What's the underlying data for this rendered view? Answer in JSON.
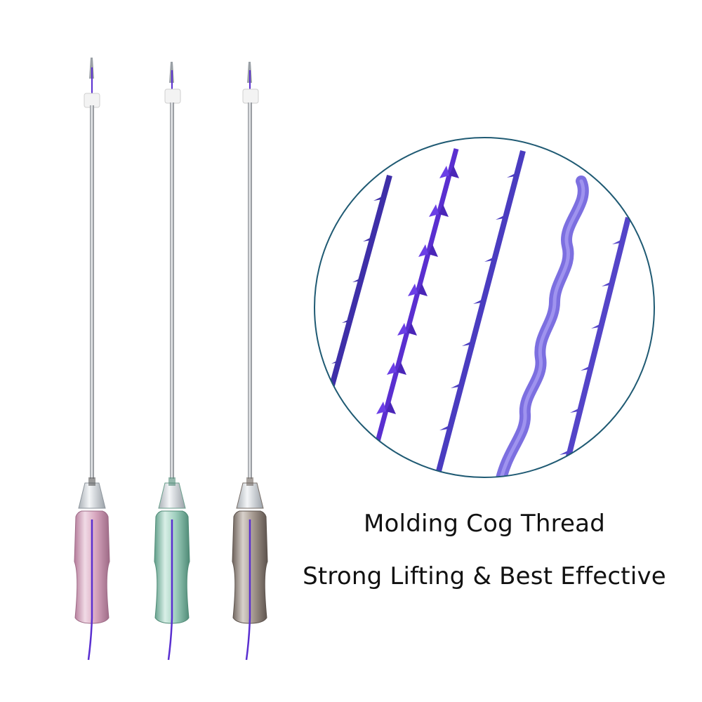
{
  "caption": {
    "title": "Molding Cog Thread",
    "subtitle": "Strong Lifting & Best Effective"
  },
  "colors": {
    "background": "#ffffff",
    "circle_border": "#1f5a73",
    "thread_purple": "#5a2fd0",
    "thread_lavender": "#7c6fe0",
    "hub_pink": "#c78aa8",
    "hub_green": "#7fb9a5",
    "hub_brown": "#8a7f78"
  },
  "products": [
    {
      "name": "needle-pink",
      "hub_color": "pink"
    },
    {
      "name": "needle-green",
      "hub_color": "green"
    },
    {
      "name": "needle-brown",
      "hub_color": "brown"
    }
  ]
}
